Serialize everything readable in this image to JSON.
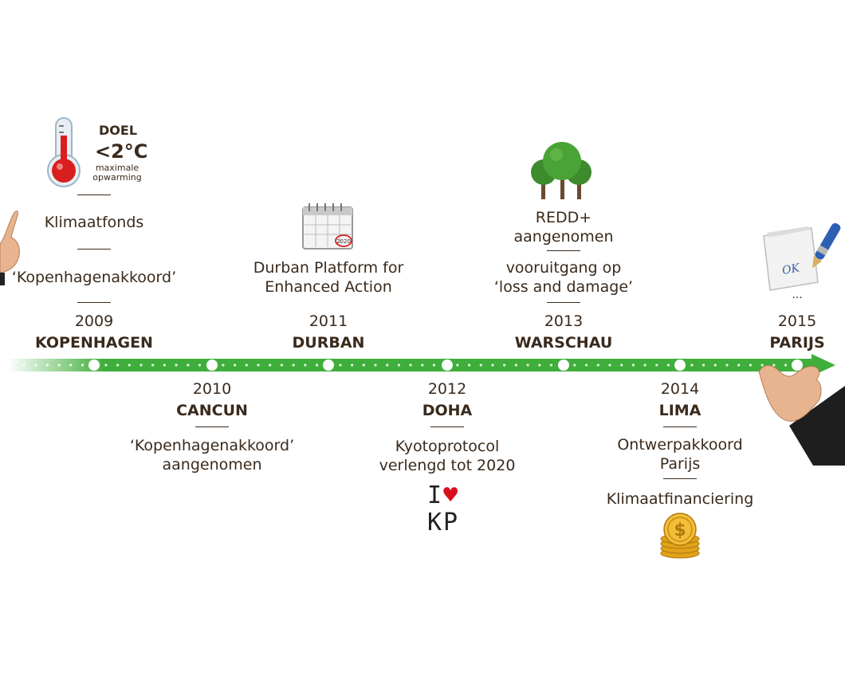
{
  "timeline": {
    "colors": {
      "arrow": "#3fae3a",
      "arrow_dark": "#2f8f2c",
      "text": "#3a2a1c",
      "heart": "#d9101c"
    },
    "events_top": [
      {
        "year": "2009",
        "city": "KOPENHAGEN",
        "notes": [
          "‘Kopenhagenakkoord’",
          "Klimaatfonds"
        ]
      },
      {
        "year": "2011",
        "city": "DURBAN",
        "notes": [
          "Durban Platform for\nEnhanced Action"
        ]
      },
      {
        "year": "2013",
        "city": "WARSCHAU",
        "notes": [
          "vooruitgang op\n‘loss and damage’",
          "REDD+\naangenomen"
        ]
      },
      {
        "year": "2015",
        "city": "PARIJS",
        "notes": [
          "..."
        ]
      }
    ],
    "events_bottom": [
      {
        "year": "2010",
        "city": "CANCUN",
        "notes": [
          "‘Kopenhagenakkoord’\naangenomen"
        ]
      },
      {
        "year": "2012",
        "city": "DOHA",
        "notes": [
          "Kyotoprotocol\nverlengd tot 2020"
        ]
      },
      {
        "year": "2014",
        "city": "LIMA",
        "notes": [
          "Ontwerpakkoord\nParijs",
          "Klimaatfinanciering"
        ]
      }
    ],
    "goal": {
      "label": "DOEL",
      "value": "<2°C",
      "subtitle_1": "maximale",
      "subtitle_2": "opwarming"
    },
    "calendar_year": "2020",
    "kp_logo": {
      "line1_letter": "I",
      "line2": "KP"
    },
    "ok_text": "OK",
    "coin_symbol": "$",
    "icons": [
      "thermometer-icon",
      "calendar-icon",
      "tree-icon",
      "coins-icon",
      "signature-paper-icon",
      "pointing-hand-icon",
      "receiving-hand-icon"
    ]
  }
}
